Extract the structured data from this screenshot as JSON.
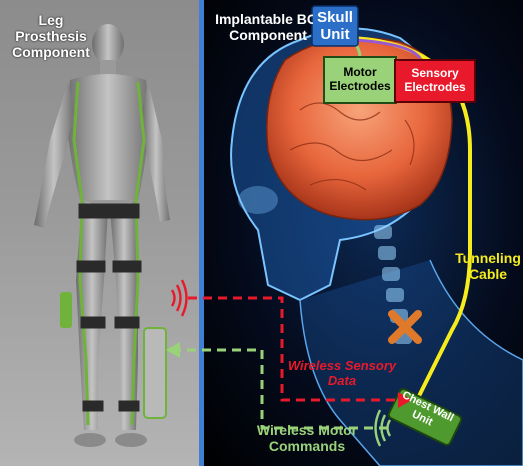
{
  "labels": {
    "leg": "Leg Prosthesis Component",
    "bci": "Implantable BCI Component",
    "skull": "Skull Unit",
    "motor_electrodes": "Motor Electrodes",
    "sensory_electrodes": "Sensory Electrodes",
    "tunneling_cable": "Tunneling Cable",
    "wireless_sensory": "Wireless Sensory Data",
    "wireless_motor": "Wireless Motor Commands",
    "chest_wall": "Chest Wall Unit"
  },
  "colors": {
    "motor": "#9ad27a",
    "sensory": "#e8192a",
    "cable": "#f5ec1e",
    "skull_unit": "#2b6fc9",
    "divider": "#3f7fd4",
    "marker": "#e07a2a"
  }
}
